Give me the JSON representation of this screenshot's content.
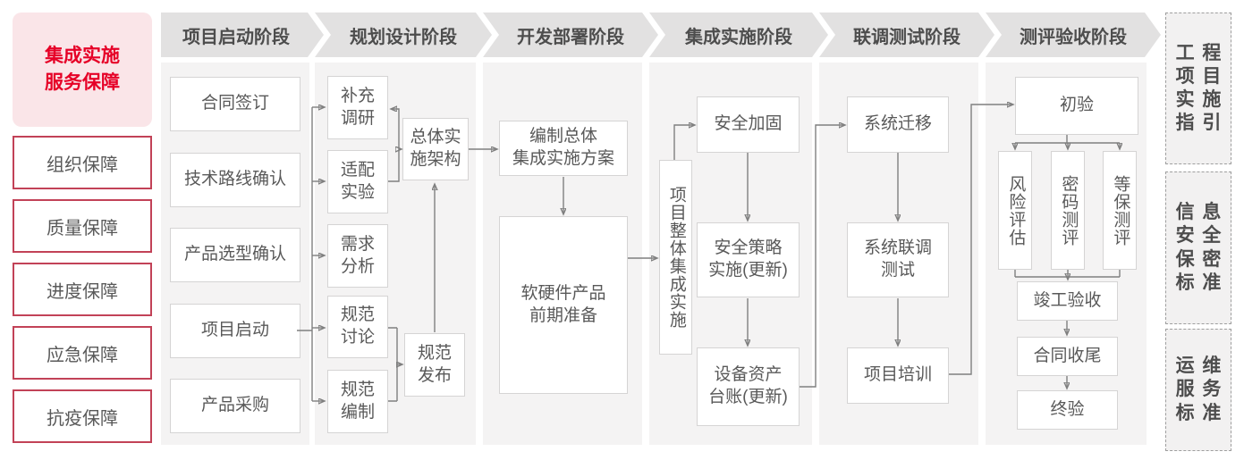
{
  "sidebar": {
    "title": "集成实施\n服务保障",
    "items": [
      "组织保障",
      "质量保障",
      "进度保障",
      "应急保障",
      "抗疫保障"
    ]
  },
  "phases": [
    {
      "label": "项目启动阶段",
      "boxes": [
        "合同签订",
        "技术路线确认",
        "产品选型确认",
        "项目启动",
        "产品采购"
      ]
    },
    {
      "label": "规划设计阶段",
      "boxes": [
        "补充\n调研",
        "适配\n实验",
        "需求\n分析",
        "规范\n讨论",
        "规范\n编制",
        "总体实\n施架构",
        "规范\n发布"
      ]
    },
    {
      "label": "开发部署阶段",
      "boxes": [
        "编制总体\n集成实施方案",
        "软硬件产品\n前期准备"
      ]
    },
    {
      "label": "集成实施阶段",
      "boxes": [
        "项目整体集成实施",
        "安全加固",
        "安全策略\n实施(更新)",
        "设备资产\n台账(更新)"
      ]
    },
    {
      "label": "联调测试阶段",
      "boxes": [
        "系统迁移",
        "系统联调\n测试",
        "项目培训"
      ]
    },
    {
      "label": "测评验收阶段",
      "boxes": [
        "初验",
        "风险评估",
        "密码测评",
        "等保测评",
        "竣工验收",
        "合同收尾",
        "终验"
      ]
    }
  ],
  "standards": [
    "工程\n项目\n实施\n指引",
    "信息\n安全\n保密\n标准",
    "运维\n服务\n标准"
  ],
  "colors": {
    "accent_red_text": "#e60027",
    "accent_pink_bg": "#fae5e8",
    "red_border": "#c24257",
    "gray_text": "#595959",
    "header_bg": "#e2e1e1",
    "panel_bg": "#f4f3f3",
    "connector": "#7f7f7f"
  }
}
